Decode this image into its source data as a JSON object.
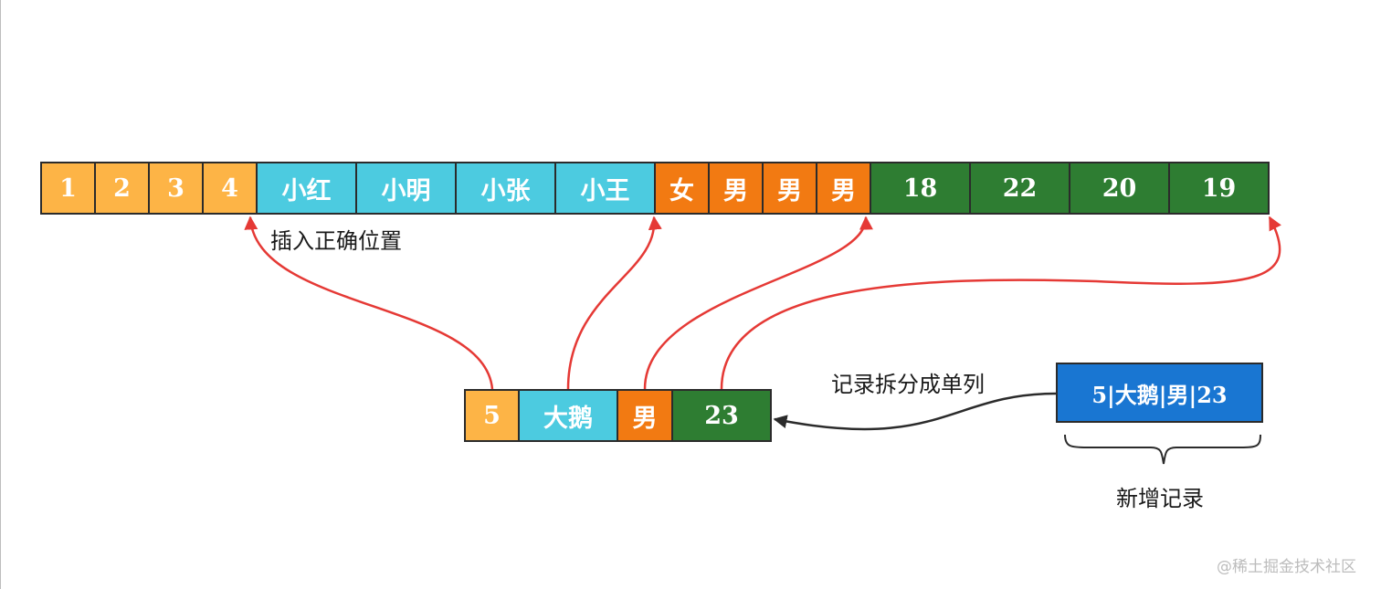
{
  "main_row": {
    "ids": [
      "1",
      "2",
      "3",
      "4"
    ],
    "names": [
      "小红",
      "小明",
      "小张",
      "小王"
    ],
    "sexes": [
      "女",
      "男",
      "男",
      "男"
    ],
    "ages": [
      "18",
      "22",
      "20",
      "19"
    ]
  },
  "new_row": {
    "id": "5",
    "name": "大鹅",
    "sex": "男",
    "age": "23"
  },
  "new_record": "5|大鹅|男|23",
  "labels": {
    "insert": "插入正确位置",
    "split": "记录拆分成单列",
    "new_record": "新增记录"
  },
  "watermark": "@稀土掘金技术社区",
  "colors": {
    "id": "#fdb446",
    "name": "#4ccbe0",
    "sex": "#f27a12",
    "age": "#2e7d32",
    "record": "#1976d2",
    "insert_arrow": "#e53935",
    "split_arrow": "#2b2b2b"
  }
}
